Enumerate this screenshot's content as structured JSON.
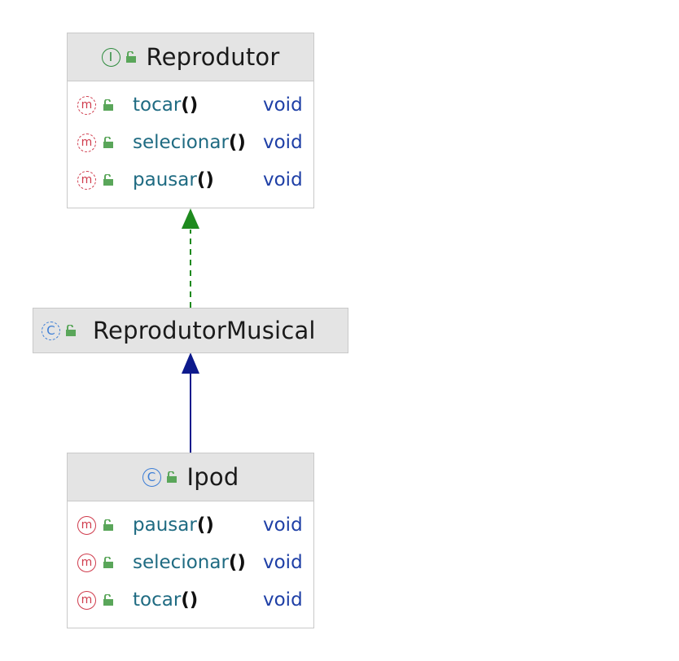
{
  "diagram": {
    "interface_box": {
      "kind_icon": "interface-icon",
      "kind_glyph": "I",
      "name": "Reprodutor",
      "methods": [
        {
          "name": "tocar",
          "parens": "()",
          "return": "void"
        },
        {
          "name": "selecionar",
          "parens": "()",
          "return": "void"
        },
        {
          "name": "pausar",
          "parens": "()",
          "return": "void"
        }
      ]
    },
    "abstract_class_box": {
      "kind_icon": "abstract-class-icon",
      "kind_glyph": "C",
      "name": "ReprodutorMusical"
    },
    "class_box": {
      "kind_icon": "class-icon",
      "kind_glyph": "C",
      "name": "Ipod",
      "methods": [
        {
          "name": "pausar",
          "parens": "()",
          "return": "void"
        },
        {
          "name": "selecionar",
          "parens": "()",
          "return": "void"
        },
        {
          "name": "tocar",
          "parens": "()",
          "return": "void"
        }
      ]
    },
    "method_glyph": "m",
    "relations": [
      {
        "type": "implements",
        "from": "ReprodutorMusical",
        "to": "Reprodutor",
        "color": "#1e8a1e",
        "style": "dashed"
      },
      {
        "type": "extends",
        "from": "Ipod",
        "to": "ReprodutorMusical",
        "color": "#0d1a8c",
        "style": "solid"
      }
    ],
    "colors": {
      "interface_icon": "#2e8b3e",
      "class_icon": "#3d7ed6",
      "method_icon": "#cf3b4c",
      "public_lock": "#5aa65a",
      "method_name": "#1f6b82",
      "return_type": "#1e3fa6",
      "header_bg": "#e4e4e4"
    }
  }
}
